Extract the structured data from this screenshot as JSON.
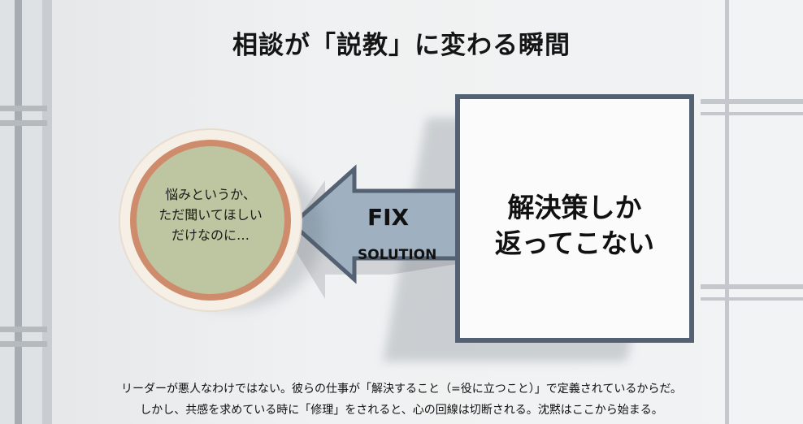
{
  "title": "相談が「説教」に変わる瞬間",
  "box": {
    "line1": "解決策しか",
    "line2": "返ってこない"
  },
  "circle": {
    "line1": "悩みというか、",
    "line2": "ただ聞いてほしい",
    "line3": "だけなのに…"
  },
  "arrow": {
    "label_top": "FIX",
    "label_bottom": "SOLUTION"
  },
  "footer": {
    "line1": "リーダーが悪人なわけではない。彼らの仕事が「解決すること（=役に立つこと）」で定義されているからだ。",
    "line2": "しかし、共感を求めている時に「修理」をされると、心の回線は切断される。沈黙はここから始まる。"
  },
  "colors": {
    "box_border": "#536172",
    "arrow_fill": "#9fb1c0",
    "circle_fill": "#bdc6a1",
    "circle_ring": "#cf8c6c"
  }
}
